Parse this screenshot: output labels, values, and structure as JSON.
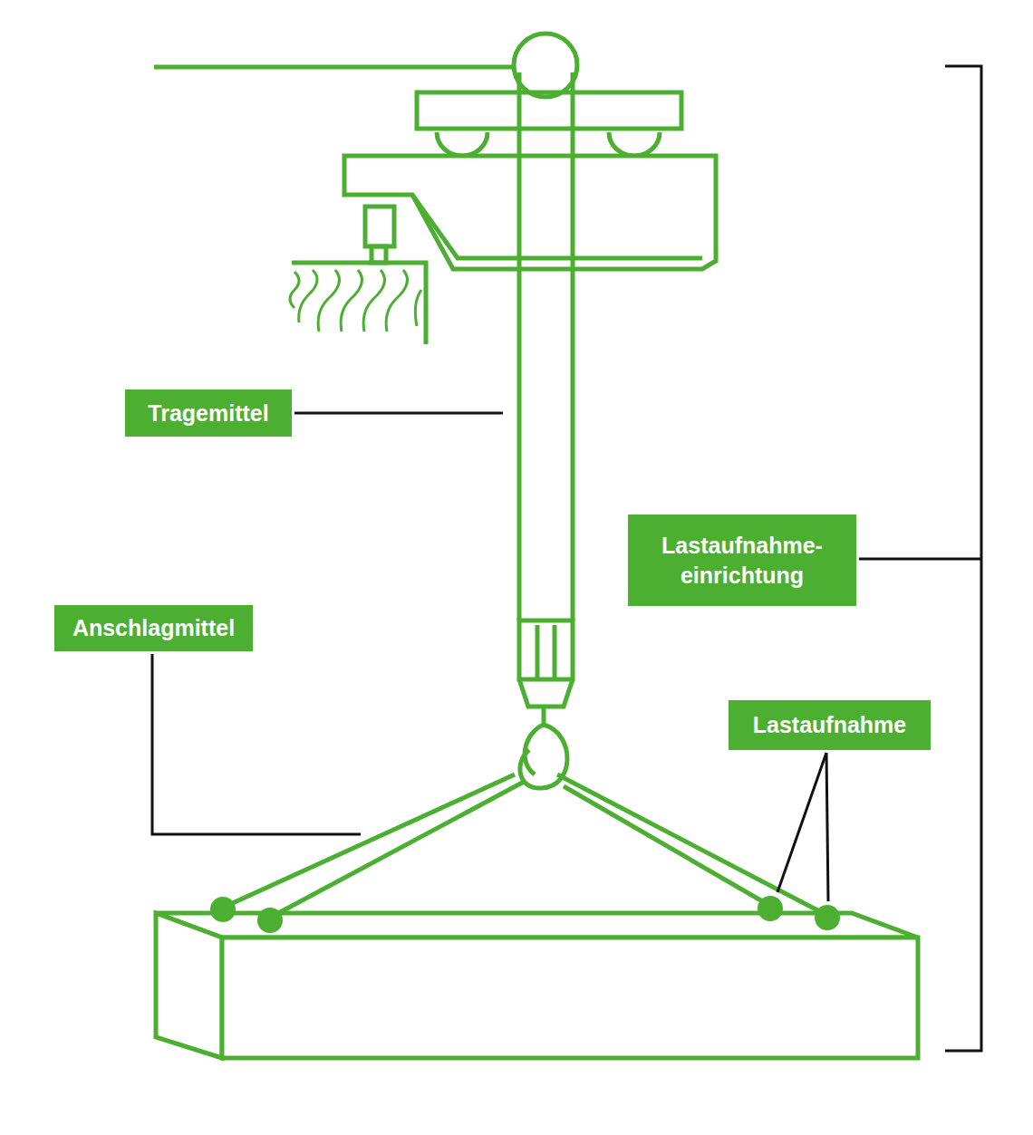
{
  "diagram": {
    "nodes": [
      {
        "text": [
          "Tragemittel"
        ]
      },
      {
        "text": [
          "Lastaufnahme- einrichtung"
        ]
      },
      {
        "text": [
          "Anschlagmittel"
        ]
      },
      {
        "text": [
          "Lastaufnahme"
        ]
      }
    ]
  }
}
